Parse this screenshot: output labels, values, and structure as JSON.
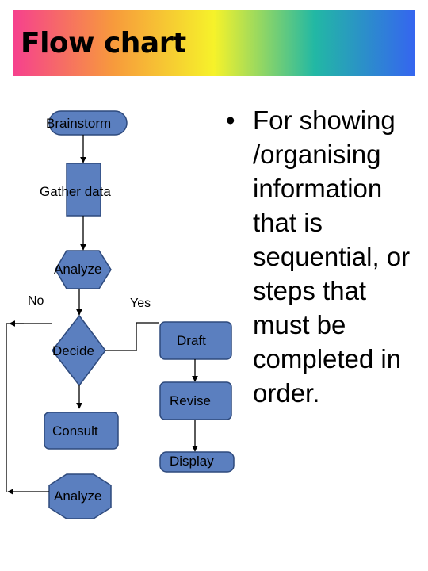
{
  "header": {
    "title": "Flow chart",
    "gradient": [
      "#f6408e",
      "#f79a3c",
      "#f6f22a",
      "#22b8a4",
      "#3565f0"
    ]
  },
  "flowchart": {
    "node_fill": "#5b7fbf",
    "node_stroke": "#2e4a7d",
    "nodes": {
      "brainstorm": "Brainstorm",
      "gather": "Gather data",
      "analyze1": "Analyze",
      "decide": "Decide",
      "draft": "Draft",
      "revise": "Revise",
      "consult": "Consult",
      "display": "Display",
      "analyze2": "Analyze"
    },
    "edge_labels": {
      "no": "No",
      "yes": "Yes"
    }
  },
  "bullet": {
    "marker": "•",
    "text": "For showing /organising information that is sequential, or steps that must be completed in order."
  }
}
